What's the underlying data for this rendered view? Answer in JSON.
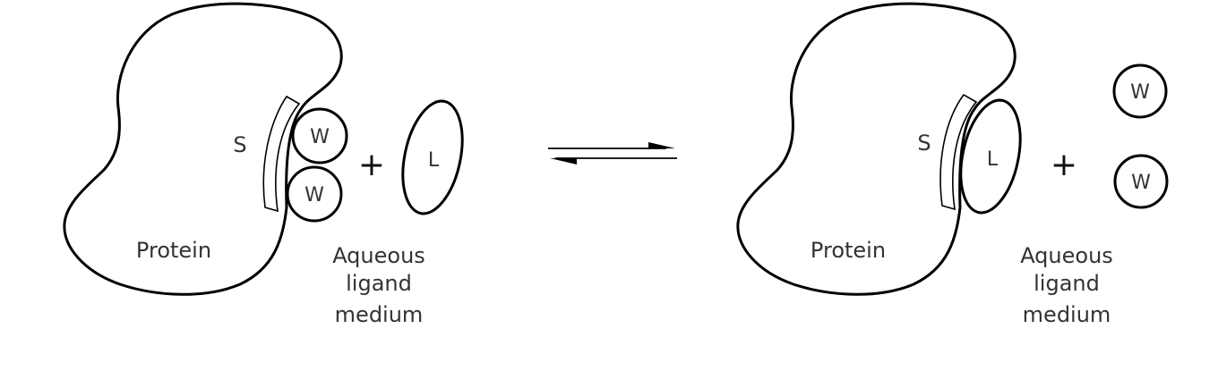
{
  "left_state": {
    "protein_label": "Protein",
    "site_label": "S",
    "water_labels": [
      "W",
      "W"
    ],
    "plus": "+",
    "ligand_label": "L",
    "medium_label_lines": [
      "Aqueous",
      "ligand",
      "medium"
    ]
  },
  "right_state": {
    "protein_label": "Protein",
    "site_label": "S",
    "ligand_label": "L",
    "plus": "+",
    "water_labels": [
      "W",
      "W"
    ],
    "medium_label_lines": [
      "Aqueous",
      "ligand",
      "medium"
    ]
  },
  "equilibrium_symbol": "reversible-arrows",
  "colors": {
    "line": "#000000",
    "text": "#333333",
    "background": "#ffffff"
  }
}
